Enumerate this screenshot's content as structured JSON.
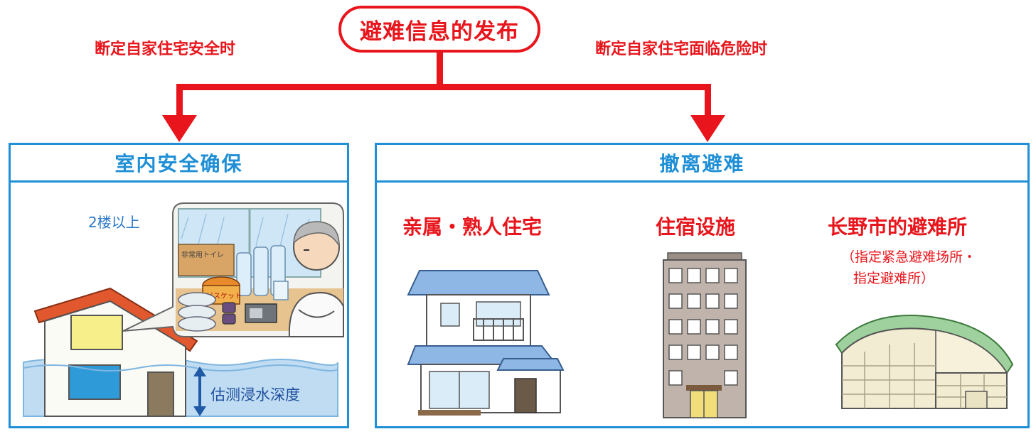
{
  "header": {
    "title": "避难信息的发布"
  },
  "branches": {
    "left_condition": "断定自家住宅安全时",
    "right_condition": "断定自家住宅面临危险时"
  },
  "left_panel": {
    "title": "室内安全确保",
    "floor_note": "2楼以上",
    "depth_note": "估测浸水深度",
    "supply_labels": [
      "非常用トイレ",
      "ビスケット"
    ]
  },
  "right_panel": {
    "title": "撤离避难",
    "options": [
      {
        "label": "亲属・熟人住宅"
      },
      {
        "label": "住宿设施"
      },
      {
        "label": "长野市的避难所",
        "sub_line1": "（指定紧急避难场所・",
        "sub_line2": "指定避难所）"
      }
    ]
  },
  "colors": {
    "accent_red": "#e8161c",
    "panel_blue": "#1f8fd6",
    "water_blue": "#bfdcf2"
  }
}
